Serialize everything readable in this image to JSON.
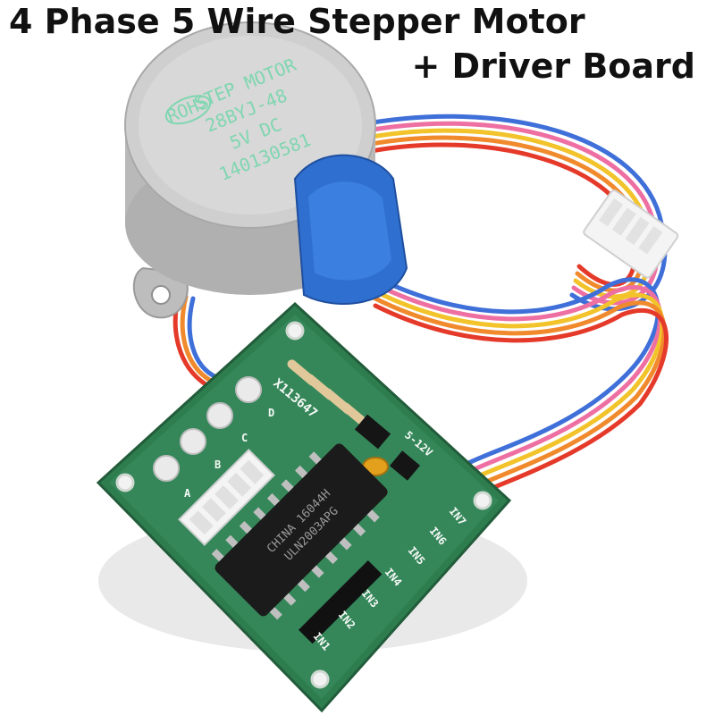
{
  "headline": {
    "line1": "4 Phase 5 Wire Stepper Motor",
    "line2": "+ Driver Board"
  },
  "motor_label": {
    "badge": "ROHS",
    "line1": "STEP MOTOR",
    "line2": "28BYJ-48",
    "line3": "5V DC",
    "line4": "140130581"
  },
  "board_silkscreen": {
    "code": "X113647",
    "voltage": "5-12V",
    "led_a": "A",
    "led_b": "B",
    "led_c": "C",
    "led_d": "D",
    "in1": "IN1",
    "in2": "IN2",
    "in3": "IN3",
    "in4": "IN4",
    "in5": "IN5",
    "in6": "IN6",
    "in7": "IN7"
  },
  "chip": {
    "line1": "CHINA 16044H",
    "line2": "ULN2003APG"
  },
  "colors": {
    "pcb": "#2e7d4f",
    "motor_body": "#c9c9c9",
    "motor_cap": "#2f6fd0",
    "wire_red": "#e53a2a",
    "wire_orange": "#f08a2c",
    "wire_yellow": "#f2c32a",
    "wire_blue": "#3f6fd8",
    "wire_pink": "#ee6fa2"
  }
}
